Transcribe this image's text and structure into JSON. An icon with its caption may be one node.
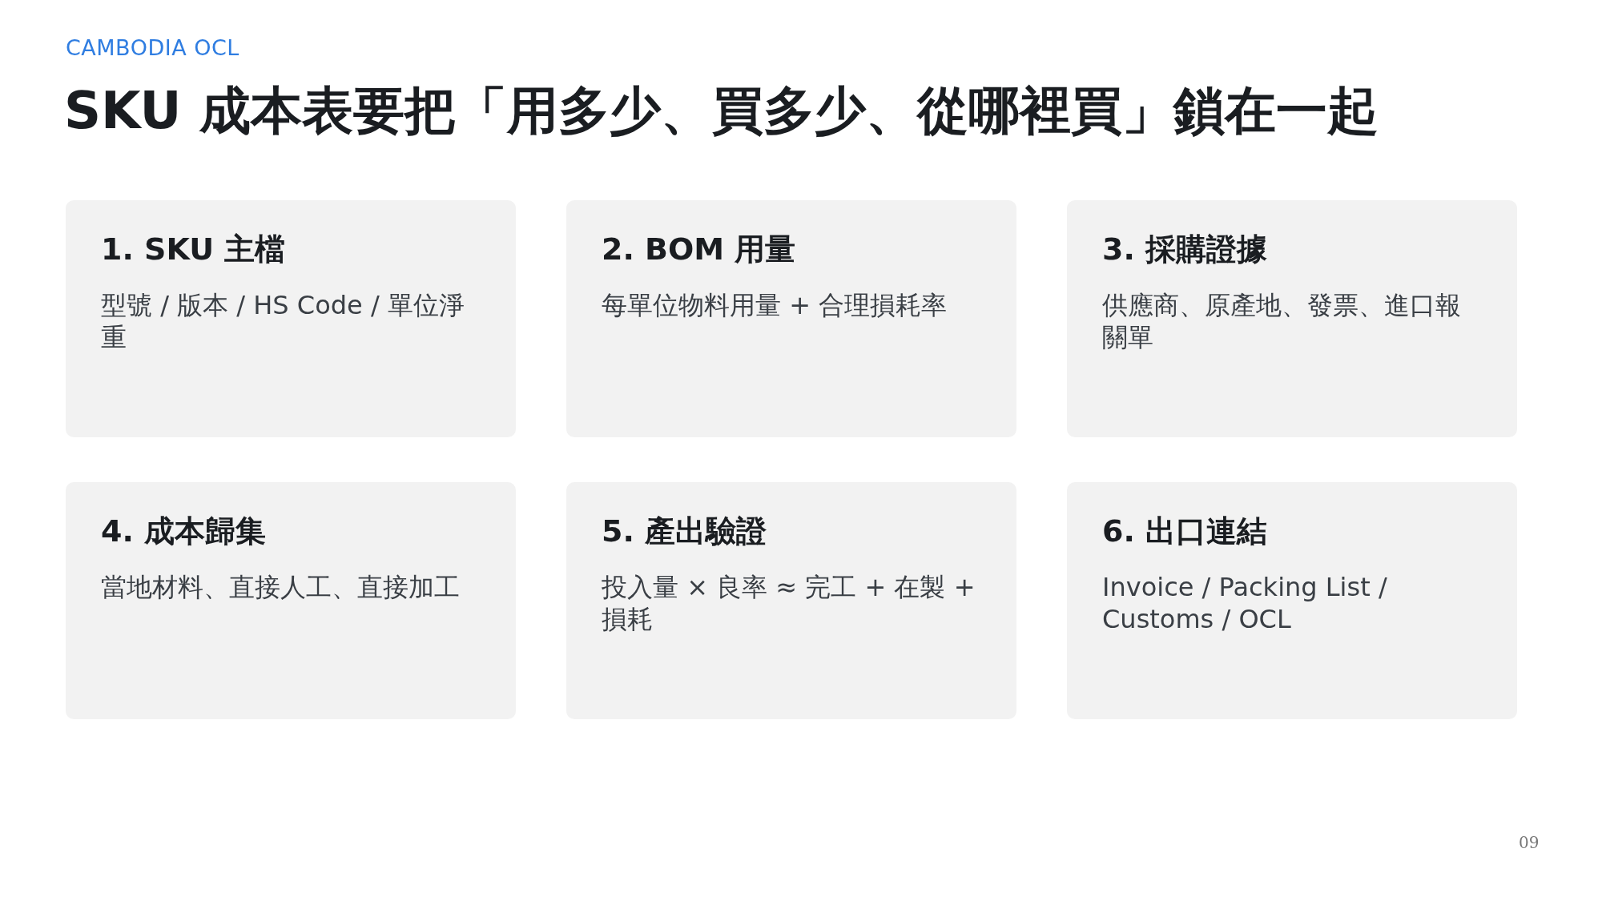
{
  "diagram": {
    "title": "SKU 成本表要把「用多少、買多少、從哪裡買」鎖在一起",
    "nodes": [
      {
        "text": [
          "1. SKU 主檔",
          "型號 / 版本 / HS Code / 單位淨重"
        ]
      },
      {
        "text": [
          "2. BOM 用量",
          "每單位物料用量 + 合理損耗率"
        ]
      },
      {
        "text": [
          "3. 採購證據",
          "供應商、原產地、發票、進口報關單"
        ]
      },
      {
        "text": [
          "4. 成本歸集",
          "當地材料、直接人工、直接加工"
        ]
      },
      {
        "text": [
          "5. 產出驗證",
          "投入量 × 良率 ≈ 完工 + 在製 + 損耗"
        ]
      },
      {
        "text": [
          "6. 出口連結",
          "Invoice / Packing List / Customs / OCL"
        ]
      }
    ],
    "labels": [
      "CAMBODIA OCL",
      "09"
    ]
  }
}
